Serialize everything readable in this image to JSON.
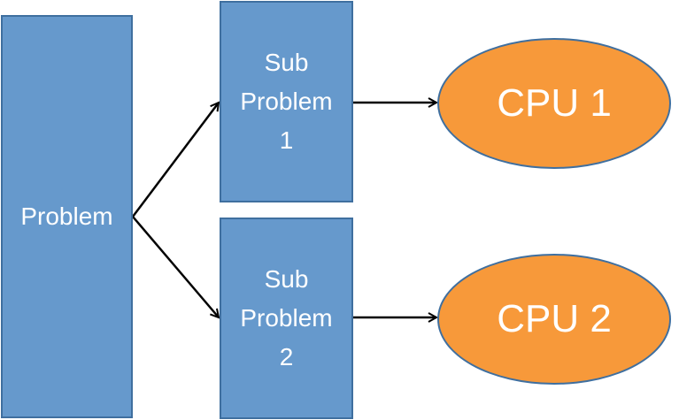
{
  "nodes": {
    "problem": {
      "label": "Problem"
    },
    "sub1": {
      "line1": "Sub",
      "line2": "Problem",
      "line3": "1"
    },
    "sub2": {
      "line1": "Sub",
      "line2": "Problem",
      "line3": "2"
    },
    "cpu1": {
      "label": "CPU 1"
    },
    "cpu2": {
      "label": "CPU 2"
    }
  },
  "colors": {
    "box_fill": "#6699cc",
    "box_border": "#3f6f9f",
    "oval_fill": "#f7993a",
    "text": "#ffffff",
    "arrow": "#000000"
  },
  "edges": [
    {
      "from": "problem",
      "to": "sub1"
    },
    {
      "from": "problem",
      "to": "sub2"
    },
    {
      "from": "sub1",
      "to": "cpu1"
    },
    {
      "from": "sub2",
      "to": "cpu2"
    }
  ]
}
